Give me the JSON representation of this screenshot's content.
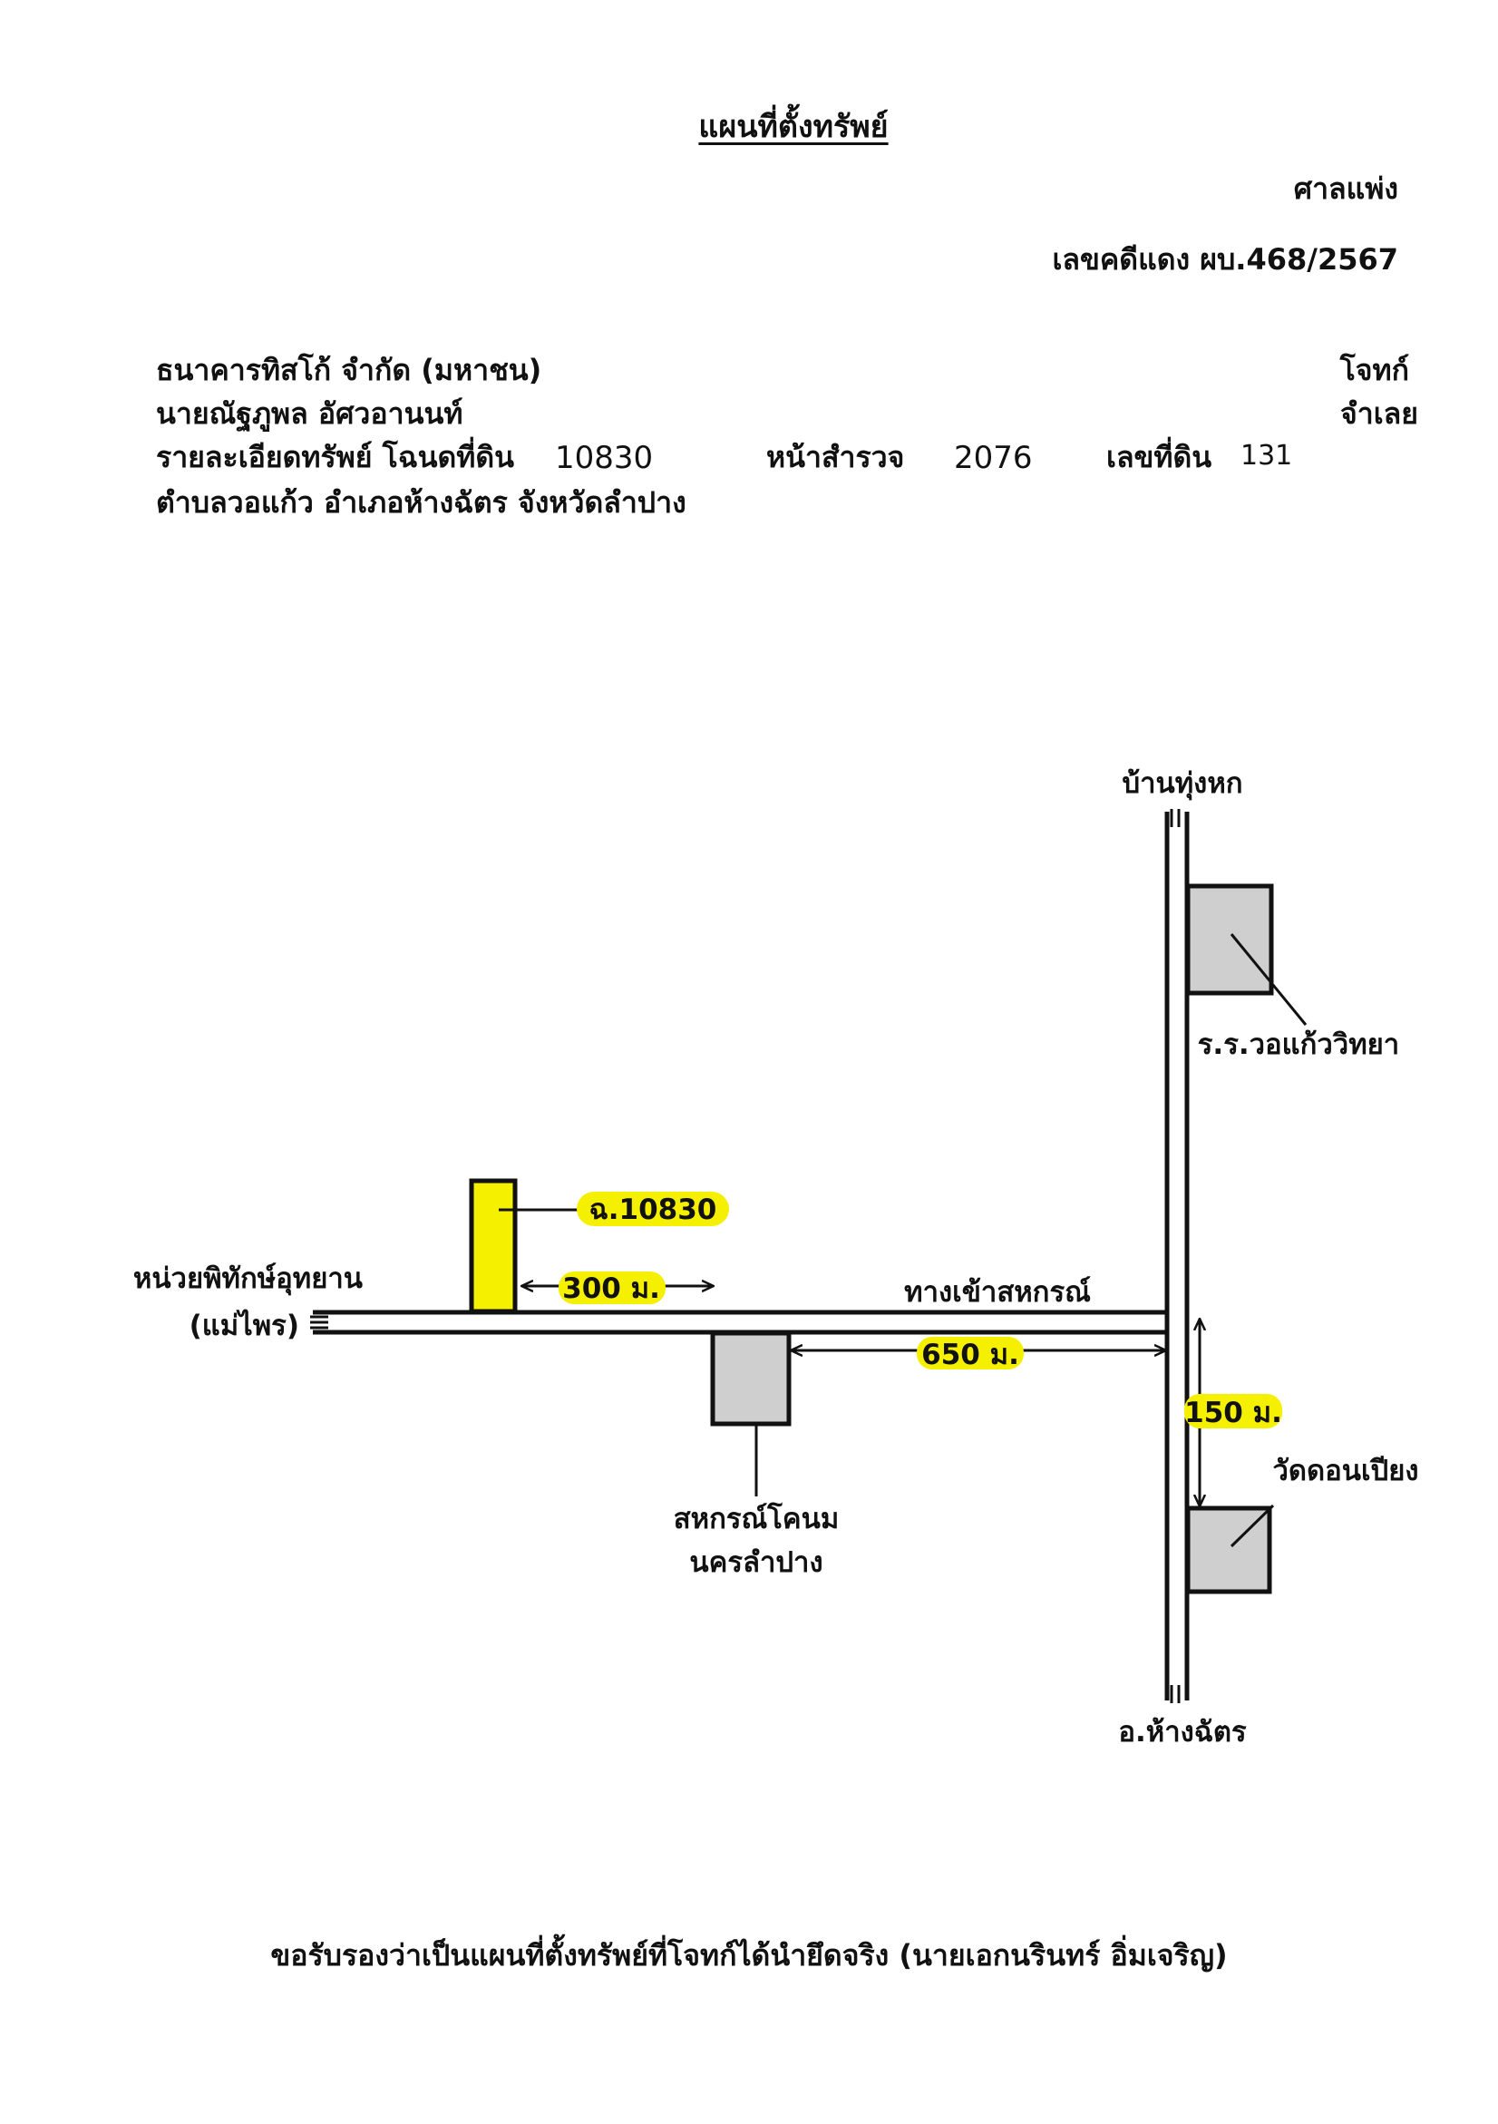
{
  "header": {
    "title": "แผนที่ตั้งทรัพย์",
    "court": "ศาลแพ่ง",
    "case_number": "เลขคดีแดง ผบ.468/2567"
  },
  "parties": {
    "plaintiff_name": "ธนาคารทิสโก้ จำกัด (มหาชน)",
    "plaintiff_role": "โจทก์",
    "defendant_name": "นายณัฐภูพล อัศวอานนท์",
    "defendant_role": "จำเลย"
  },
  "property": {
    "detail_label": "รายละเอียดทรัพย์ โฉนดที่ดิน",
    "deed_no": "10830",
    "survey_page_label": "หน้าสำรวจ",
    "survey_page": "2076",
    "land_no_label": "เลขที่ดิน",
    "land_no": "131",
    "location": "ตำบลวอแก้ว อำเภอห้างฉัตร จังหวัดลำปาง"
  },
  "map": {
    "north_label": "บ้านทุ่งหก",
    "south_label": "อ.ห้างฉัตร",
    "west_label_line1": "หน่วยพิทักษ์อุทยาน",
    "west_label_line2": "(แม่ไพร)",
    "road_label": "ทางเข้าสหกรณ์",
    "school_label": "ร.ร.วอแก้ววิทยา",
    "temple_label": "วัดดอนเปียง",
    "coop_label_line1": "สหกรณ์โคนม",
    "coop_label_line2": "นครลำปาง",
    "parcel_label": "ฉ.10830",
    "dist_parcel": "300 ม.",
    "dist_coop": "650 ม.",
    "dist_temple": "150 ม.",
    "highlight_color": "#f5f000",
    "building_color": "#cfcfcf"
  },
  "footer": {
    "certification": "ขอรับรองว่าเป็นแผนที่ตั้งทรัพย์ที่โจทก์ได้นำยึดจริง (นายเอกนรินทร์ อิ่มเจริญ)"
  }
}
